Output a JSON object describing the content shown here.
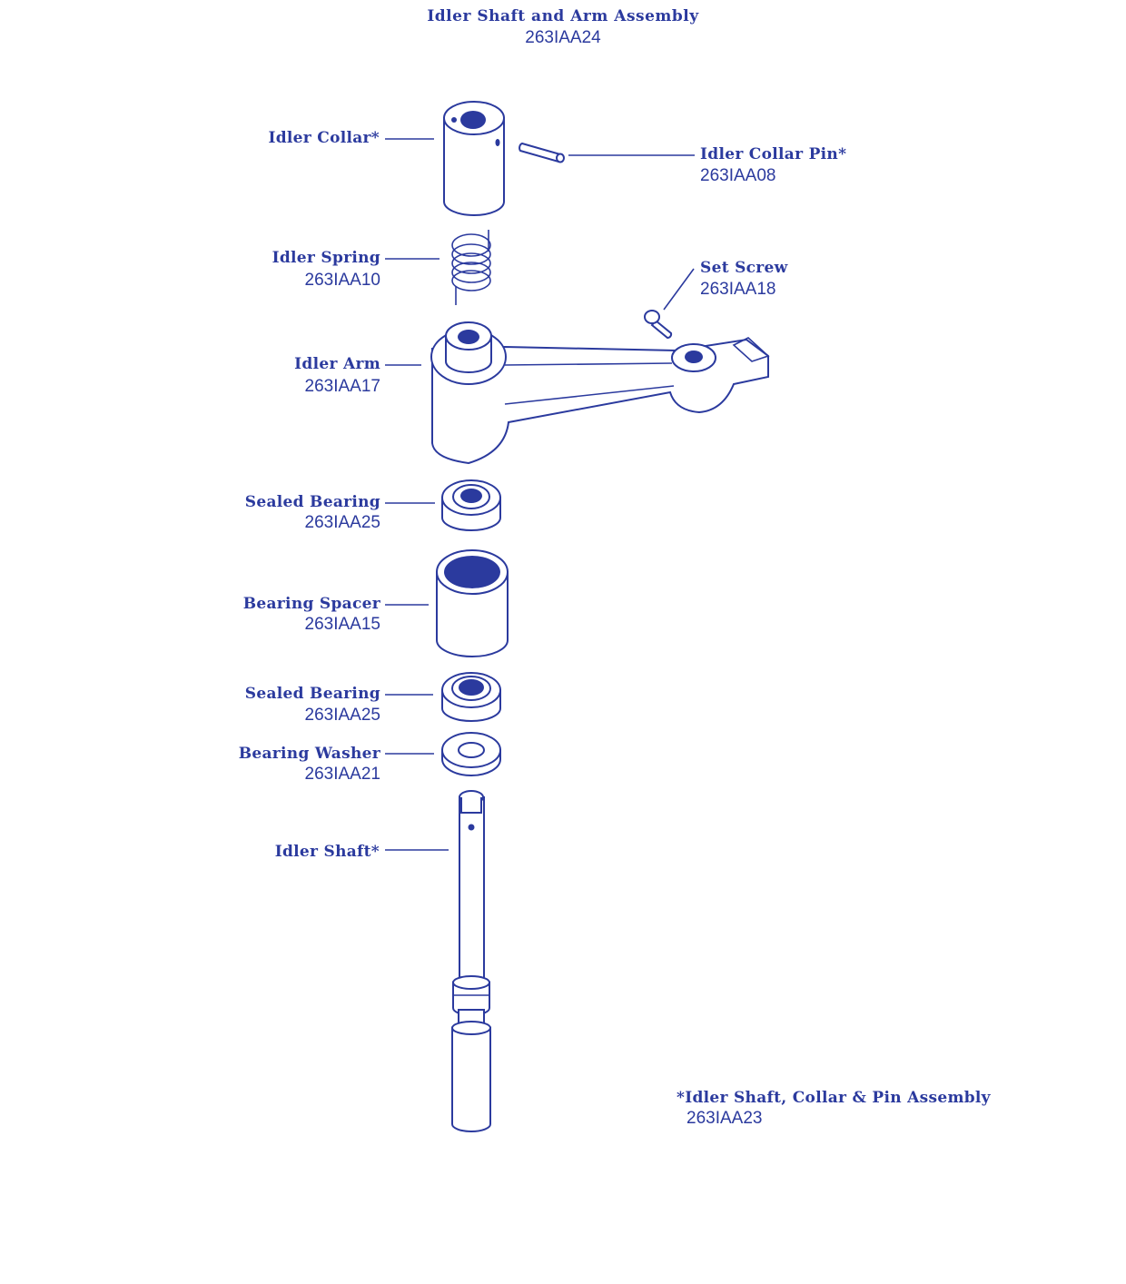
{
  "title": {
    "name": "Idler Shaft and Arm Assembly",
    "part": "263IAA24"
  },
  "parts": [
    {
      "id": "idler-collar",
      "name": "Idler Collar*",
      "part": ""
    },
    {
      "id": "idler-collar-pin",
      "name": "Idler Collar Pin*",
      "part": "263IAA08"
    },
    {
      "id": "idler-spring",
      "name": "Idler Spring",
      "part": "263IAA10"
    },
    {
      "id": "set-screw",
      "name": "Set Screw",
      "part": "263IAA18"
    },
    {
      "id": "idler-arm",
      "name": "Idler Arm",
      "part": "263IAA17"
    },
    {
      "id": "sealed-bearing-top",
      "name": "Sealed Bearing",
      "part": "263IAA25"
    },
    {
      "id": "bearing-spacer",
      "name": "Bearing Spacer",
      "part": "263IAA15"
    },
    {
      "id": "sealed-bearing-bottom",
      "name": "Sealed Bearing",
      "part": "263IAA25"
    },
    {
      "id": "bearing-washer",
      "name": "Bearing Washer",
      "part": "263IAA21"
    },
    {
      "id": "idler-shaft",
      "name": "Idler Shaft*",
      "part": ""
    }
  ],
  "footnote": {
    "name": "*Idler Shaft, Collar & Pin Assembly",
    "part": "263IAA23"
  },
  "colors": {
    "ink": "#2b3a9e",
    "background": "#ffffff"
  }
}
